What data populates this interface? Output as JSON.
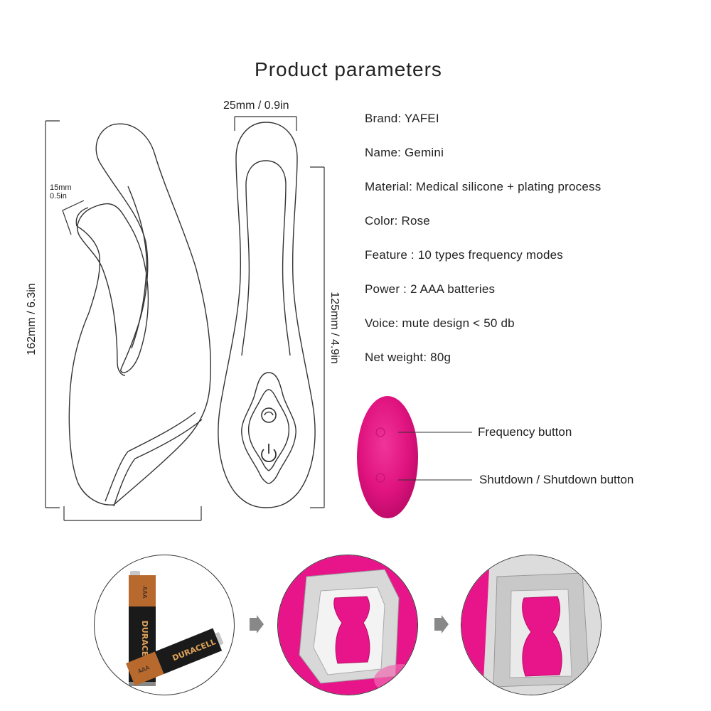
{
  "page": {
    "title": "Product parameters"
  },
  "dimensions": {
    "width_top": "25mm / 0.9in",
    "height_total": "162mm / 6.3in",
    "height_body": "125mm / 4.9in",
    "tip_line1": "15mm",
    "tip_line2": "0.5in"
  },
  "specs": [
    {
      "text": "Brand: YAFEI"
    },
    {
      "text": "Name: Gemini"
    },
    {
      "text": "Material: Medical silicone + plating process"
    },
    {
      "text": "Color: Rose"
    },
    {
      "text": "Feature : 10 types frequency modes"
    },
    {
      "text": "Power : 2 AAA batteries"
    },
    {
      "text": "Voice: mute design < 50 db"
    },
    {
      "text": "Net weight: 80g"
    }
  ],
  "buttons": {
    "frequency": "Frequency button",
    "shutdown": "Shutdown / Shutdown button"
  },
  "battery": {
    "brand": "DURACELL",
    "size": "AAA"
  },
  "colors": {
    "rose": "#e8158a",
    "outline": "#333333",
    "battery_black": "#1a1a1a",
    "battery_copper": "#b8692e"
  },
  "icons": [
    "power-icon",
    "wave-icon",
    "arrow-right-icon"
  ]
}
